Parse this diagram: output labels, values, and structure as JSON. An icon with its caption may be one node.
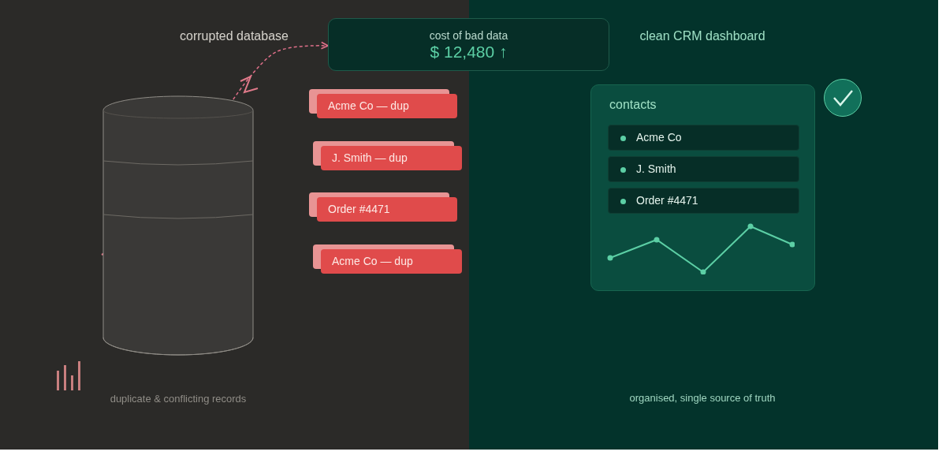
{
  "diagram": {
    "nodes": [
      {
        "text": [],
        "shape": "cylinder"
      },
      {
        "text": [
          "cost of bad data",
          "$ 12,480 ↑"
        ]
      },
      {
        "text": [
          "Acme Co — dup"
        ]
      },
      {
        "text": [
          "J. Smith — dup"
        ]
      },
      {
        "text": [
          "Order #4471"
        ]
      },
      {
        "text": [
          "Acme Co — dup"
        ]
      },
      {
        "text": [
          "contacts"
        ]
      },
      {
        "text": [
          "Acme Co"
        ],
        "in": 6
      },
      {
        "text": [
          "J. Smith"
        ],
        "in": 6
      },
      {
        "text": [
          "Order #4471"
        ],
        "in": 6
      }
    ],
    "edges": [
      {
        "from": 0,
        "to": 1,
        "arrow": "to",
        "style": "dashed",
        "color": "#e0708a"
      }
    ],
    "labels": [
      "corrupted database",
      "clean CRM dashboard",
      "duplicate & conflicting records",
      "organised, single source of truth"
    ]
  }
}
